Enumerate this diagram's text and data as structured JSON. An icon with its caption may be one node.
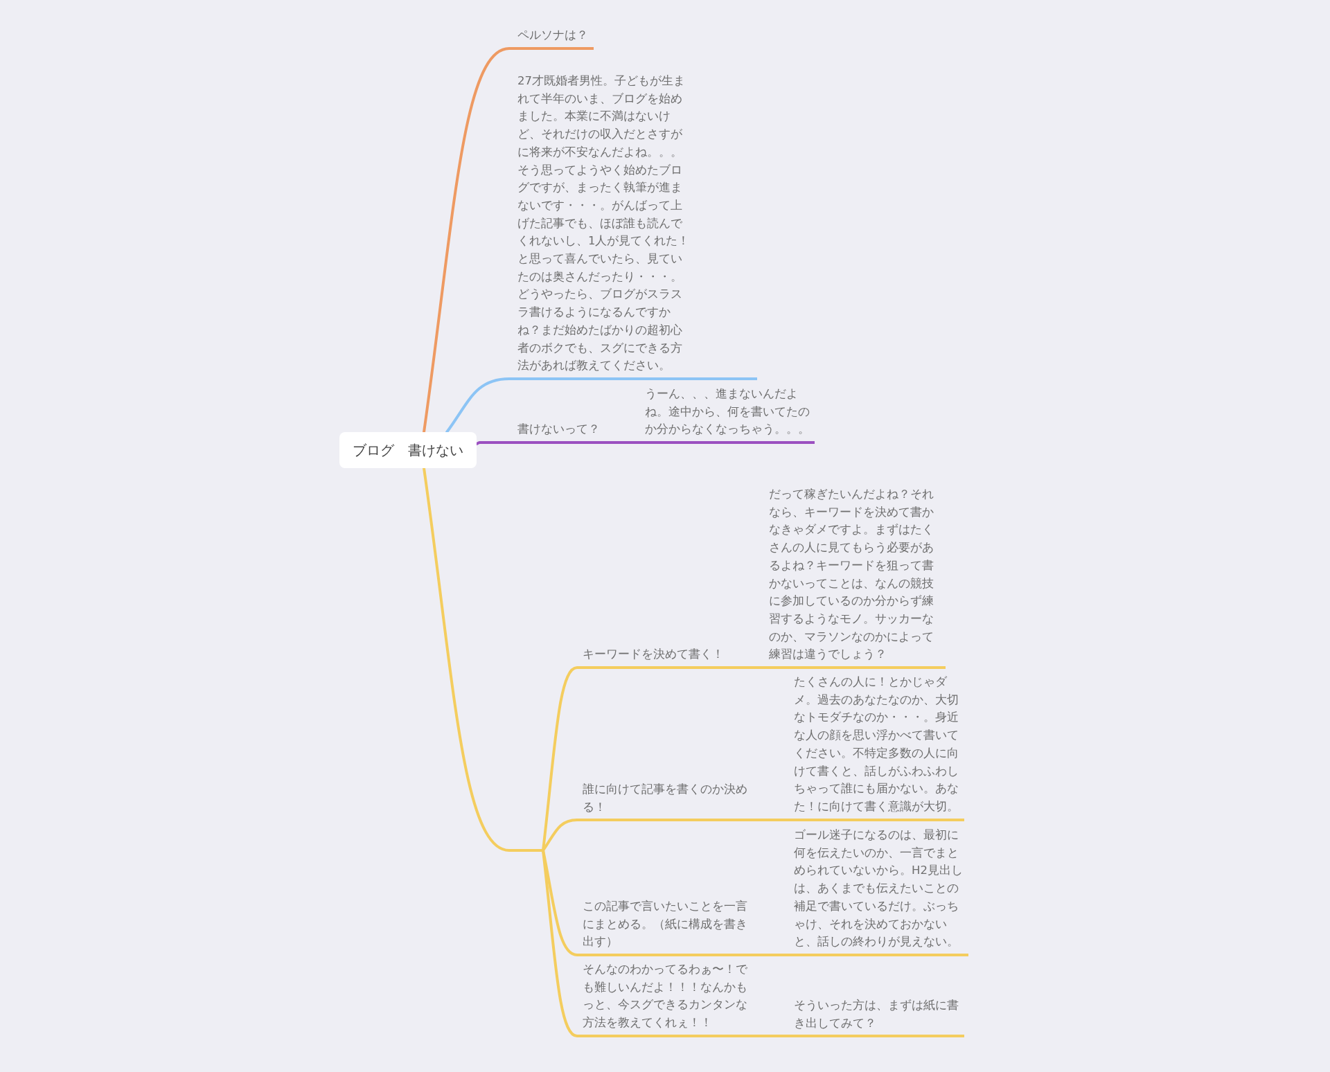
{
  "diagram": {
    "nodes": [
      {
        "text": [
          "ブログ　書けない"
        ]
      },
      {
        "text": [
          "ペルソナは？"
        ]
      },
      {
        "text": [
          "27才既婚者男性。子どもが生まれて半年のいま、ブログを始めました。本業に不満はないけど、それだけの収入だとさすがに将来が不安なんだよね。。。そう思ってようやく始めたブログですが、まったく執筆が進まないです・・・。がんばって上げた記事でも、ほぼ誰も読んでくれないし、1人が見てくれた！と思って喜んでいたら、見ていたのは奥さんだったり・・・。どうやったら、ブログがスラスラ書けるようになるんですかね？まだ始めたばかりの超初心者のボクでも、スグにできる方法があれば教えてください。"
        ]
      },
      {
        "text": [
          "書けないって？"
        ]
      },
      {
        "text": [
          "うーん、、、進まないんだよね。途中から、何を書いてたのか分からなくなっちゃう。。。"
        ]
      },
      {
        "text": [],
        "shape": "bar"
      },
      {
        "text": [
          "キーワードを決めて書く！"
        ]
      },
      {
        "text": [
          "だって稼ぎたいんだよね？それなら、キーワードを決めて書かなきゃダメですよ。まずはたくさんの人に見てもらう必要があるよね？キーワードを狙って書かないってことは、なんの競技に参加しているのか分からず練習するようなモノ。サッカーなのか、マラソンなのかによって練習は違うでしょう？"
        ]
      },
      {
        "text": [
          "誰に向けて記事を書くのか決める！"
        ]
      },
      {
        "text": [
          "たくさんの人に！とかじゃダメ。過去のあなたなのか、大切なトモダチなのか・・・。身近な人の顔を思い浮かべて書いてください。不特定多数の人に向けて書くと、話しがふわふわしちゃって誰にも届かない。あなた！に向けて書く意識が大切。"
        ]
      },
      {
        "text": [
          "この記事で言いたいことを一言にまとめる。（紙に構成を書き出す）"
        ]
      },
      {
        "text": [
          "ゴール迷子になるのは、最初に何を伝えたいのか、一言でまとめられていないから。H2見出しは、あくまでも伝えたいことの補足で書いているだけ。ぶっちゃけ、それを決めておかないと、話しの終わりが見えない。"
        ]
      },
      {
        "text": [
          "そんなのわかってるわぁ〜！でも難しいんだよ！！！なんかもっと、今スグできるカンタンな方法を教えてくれぇ！！"
        ]
      },
      {
        "text": [
          "そういった方は、まずは紙に書き出してみて？"
        ]
      }
    ],
    "edges": [
      {
        "from": 0,
        "to": 1,
        "arrow": "none",
        "color": "#ee9a62"
      },
      {
        "from": 0,
        "to": 2,
        "arrow": "none",
        "color": "#8cc4f5"
      },
      {
        "from": 0,
        "to": 3,
        "arrow": "none",
        "color": "#9b50c0"
      },
      {
        "from": 3,
        "to": 4,
        "arrow": "none",
        "color": "#9b50c0"
      },
      {
        "from": 0,
        "to": 5,
        "arrow": "none"
      },
      {
        "from": 5,
        "to": 6,
        "arrow": "none"
      },
      {
        "from": 6,
        "to": 7,
        "arrow": "none"
      },
      {
        "from": 5,
        "to": 8,
        "arrow": "none"
      },
      {
        "from": 8,
        "to": 9,
        "arrow": "none"
      },
      {
        "from": 5,
        "to": 10,
        "arrow": "none"
      },
      {
        "from": 10,
        "to": 11,
        "arrow": "none"
      },
      {
        "from": 5,
        "to": 12,
        "arrow": "none"
      },
      {
        "from": 12,
        "to": 13,
        "arrow": "none"
      }
    ]
  }
}
